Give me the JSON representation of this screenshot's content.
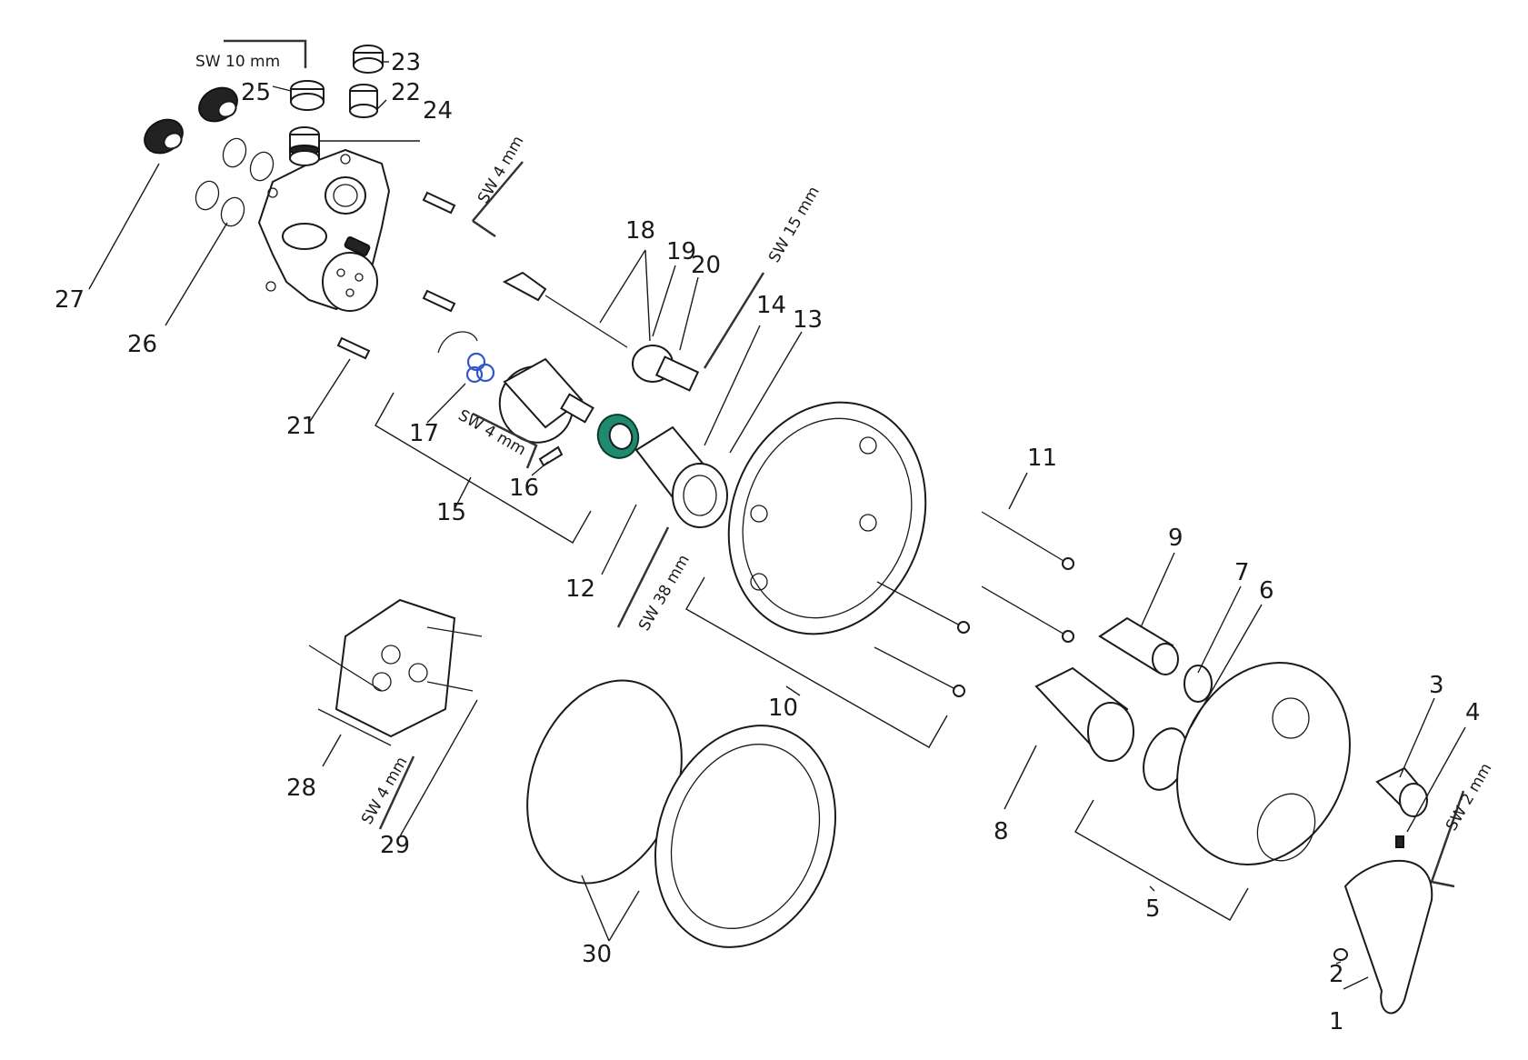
{
  "callouts": [
    {
      "id": "1",
      "text": "1"
    },
    {
      "id": "2",
      "text": "2"
    },
    {
      "id": "3",
      "text": "3"
    },
    {
      "id": "4",
      "text": "4"
    },
    {
      "id": "5",
      "text": "5"
    },
    {
      "id": "6",
      "text": "6"
    },
    {
      "id": "7",
      "text": "7"
    },
    {
      "id": "8",
      "text": "8"
    },
    {
      "id": "9",
      "text": "9"
    },
    {
      "id": "10",
      "text": "10"
    },
    {
      "id": "11",
      "text": "11"
    },
    {
      "id": "12",
      "text": "12"
    },
    {
      "id": "13",
      "text": "13"
    },
    {
      "id": "14",
      "text": "14"
    },
    {
      "id": "15",
      "text": "15"
    },
    {
      "id": "16",
      "text": "16"
    },
    {
      "id": "17",
      "text": "17"
    },
    {
      "id": "18",
      "text": "18"
    },
    {
      "id": "19",
      "text": "19"
    },
    {
      "id": "20",
      "text": "20"
    },
    {
      "id": "21",
      "text": "21"
    },
    {
      "id": "22",
      "text": "22"
    },
    {
      "id": "23",
      "text": "23"
    },
    {
      "id": "24",
      "text": "24"
    },
    {
      "id": "25",
      "text": "25"
    },
    {
      "id": "26",
      "text": "26"
    },
    {
      "id": "27",
      "text": "27"
    },
    {
      "id": "28",
      "text": "28"
    },
    {
      "id": "29",
      "text": "29"
    },
    {
      "id": "30",
      "text": "30"
    }
  ],
  "tool_labels": {
    "sw10": "SW 10 mm",
    "sw4_top": "SW 4 mm",
    "sw15": "SW 15 mm",
    "sw4_mid": "SW 4 mm",
    "sw38": "SW 38 mm",
    "sw4_bottom": "SW 4 mm",
    "sw2": "SW 2 mm"
  },
  "colors": {
    "line": "#1a1a1a",
    "o_ring_highlight": "#3355cc",
    "nut_highlight": "#1f8a70"
  }
}
